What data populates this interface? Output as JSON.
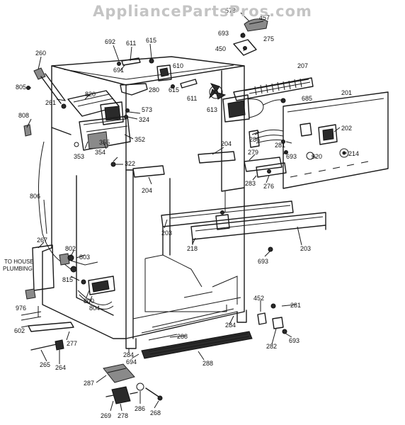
{
  "watermark": "AppliancePartsPros.com",
  "plumbing_note": [
    "TO HOUSE",
    "PLUMBING"
  ],
  "callouts": [
    {
      "id": "c578",
      "text": "578"
    },
    {
      "id": "c457",
      "text": "457"
    },
    {
      "id": "c693a",
      "text": "693"
    },
    {
      "id": "c450",
      "text": "450"
    },
    {
      "id": "c275",
      "text": "275"
    },
    {
      "id": "c692",
      "text": "692"
    },
    {
      "id": "c611a",
      "text": "611"
    },
    {
      "id": "c615a",
      "text": "615"
    },
    {
      "id": "c691",
      "text": "691"
    },
    {
      "id": "c610",
      "text": "610"
    },
    {
      "id": "c260",
      "text": "260"
    },
    {
      "id": "c280",
      "text": "280"
    },
    {
      "id": "c615b",
      "text": "615"
    },
    {
      "id": "c611b",
      "text": "611"
    },
    {
      "id": "c613",
      "text": "613"
    },
    {
      "id": "c207",
      "text": "207"
    },
    {
      "id": "c685",
      "text": "685"
    },
    {
      "id": "c201",
      "text": "201"
    },
    {
      "id": "c805",
      "text": "805"
    },
    {
      "id": "c261",
      "text": "261"
    },
    {
      "id": "c820",
      "text": "820"
    },
    {
      "id": "c573",
      "text": "573"
    },
    {
      "id": "c324",
      "text": "324"
    },
    {
      "id": "c808",
      "text": "808"
    },
    {
      "id": "c352",
      "text": "352"
    },
    {
      "id": "c355",
      "text": "355"
    },
    {
      "id": "c354",
      "text": "354"
    },
    {
      "id": "c353",
      "text": "353"
    },
    {
      "id": "c322",
      "text": "322"
    },
    {
      "id": "c286a",
      "text": "286"
    },
    {
      "id": "c202",
      "text": "202"
    },
    {
      "id": "c281a",
      "text": "281"
    },
    {
      "id": "c204a",
      "text": "204"
    },
    {
      "id": "c279",
      "text": "279"
    },
    {
      "id": "c693b",
      "text": "693"
    },
    {
      "id": "c320",
      "text": "320"
    },
    {
      "id": "c214",
      "text": "214"
    },
    {
      "id": "c283",
      "text": "283"
    },
    {
      "id": "c276",
      "text": "276"
    },
    {
      "id": "c204b",
      "text": "204"
    },
    {
      "id": "c806",
      "text": "806"
    },
    {
      "id": "c267",
      "text": "267"
    },
    {
      "id": "c802",
      "text": "802"
    },
    {
      "id": "c803",
      "text": "803"
    },
    {
      "id": "c203a",
      "text": "203"
    },
    {
      "id": "c218",
      "text": "218"
    },
    {
      "id": "c203b",
      "text": "203"
    },
    {
      "id": "c693c",
      "text": "693"
    },
    {
      "id": "c815",
      "text": "815"
    },
    {
      "id": "c800",
      "text": "800"
    },
    {
      "id": "c804",
      "text": "804"
    },
    {
      "id": "c976",
      "text": "976"
    },
    {
      "id": "c602",
      "text": "602"
    },
    {
      "id": "c277",
      "text": "277"
    },
    {
      "id": "c452",
      "text": "452"
    },
    {
      "id": "c281b",
      "text": "281"
    },
    {
      "id": "c284a",
      "text": "284"
    },
    {
      "id": "c282",
      "text": "282"
    },
    {
      "id": "c693d",
      "text": "693"
    },
    {
      "id": "c288a",
      "text": "288"
    },
    {
      "id": "c284b",
      "text": "284"
    },
    {
      "id": "c694",
      "text": "694"
    },
    {
      "id": "c288b",
      "text": "288"
    },
    {
      "id": "c265",
      "text": "265"
    },
    {
      "id": "c264",
      "text": "264"
    },
    {
      "id": "c287",
      "text": "287"
    },
    {
      "id": "c269",
      "text": "269"
    },
    {
      "id": "c278",
      "text": "278"
    },
    {
      "id": "c286b",
      "text": "286"
    },
    {
      "id": "c268",
      "text": "268"
    }
  ]
}
